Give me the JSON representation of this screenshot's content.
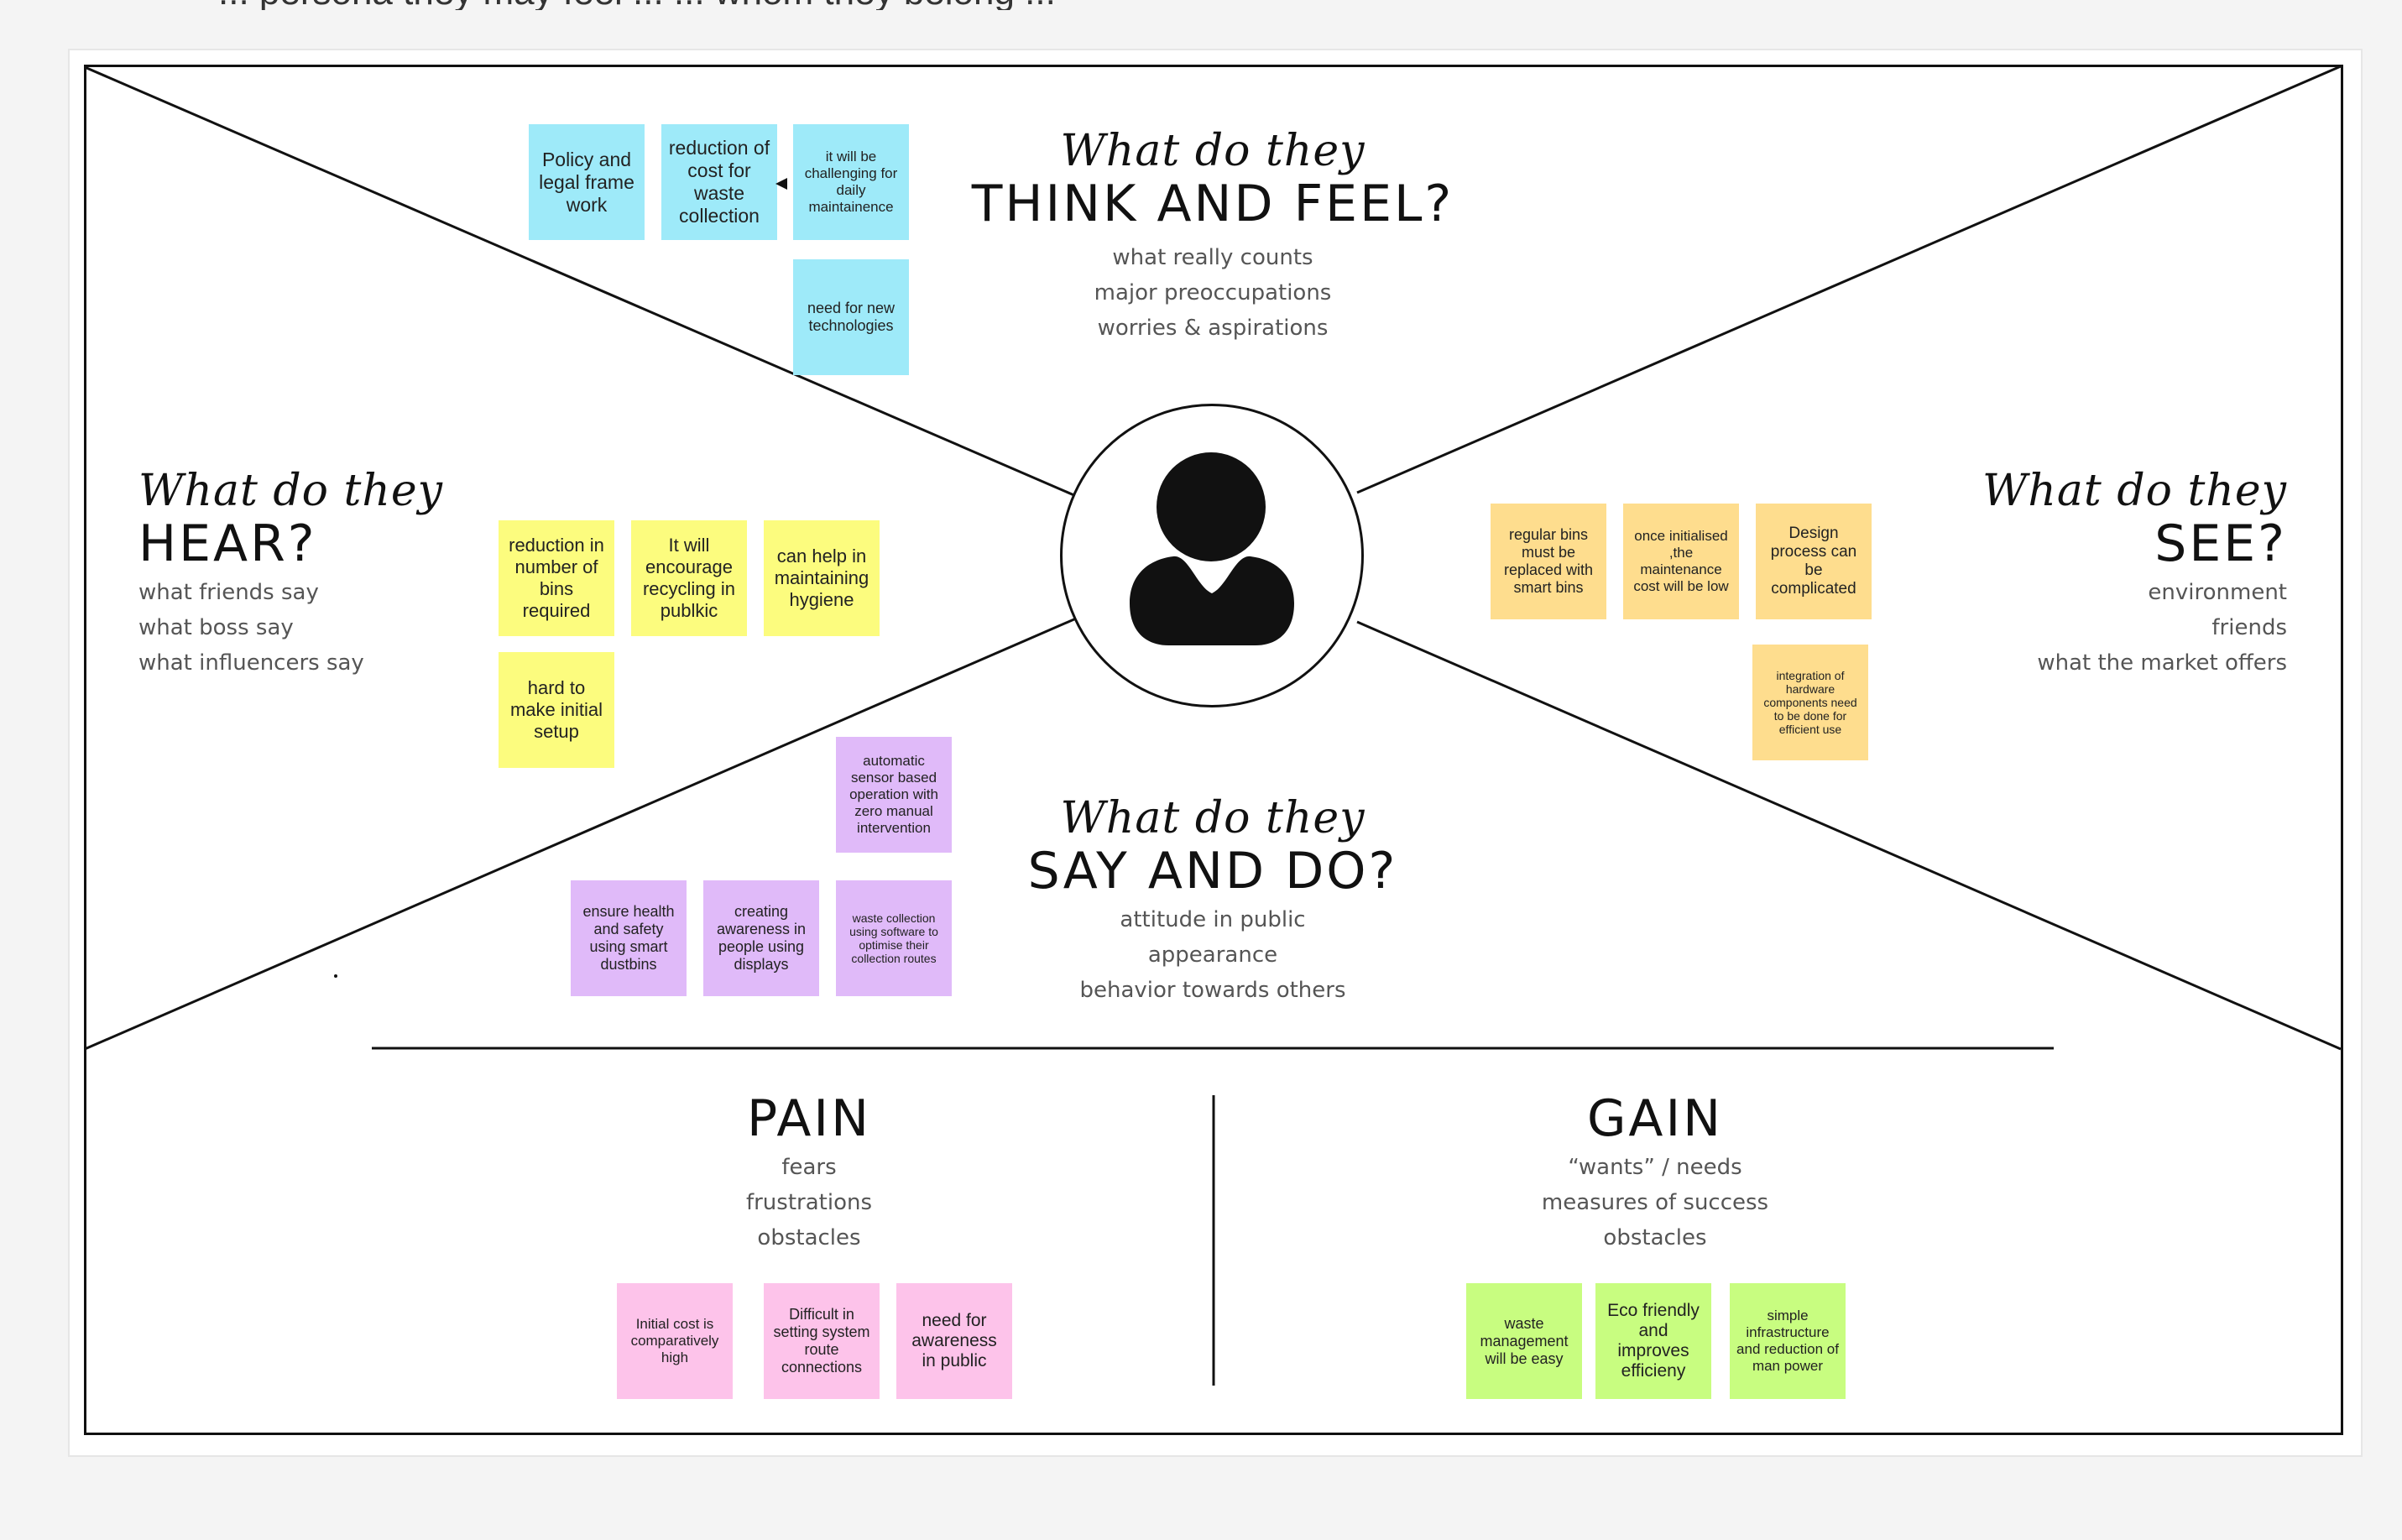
{
  "header_snippet": "... persona they may feel ... ... whom they belong ...",
  "think_feel": {
    "script": "What do they",
    "title": "THINK AND FEEL?",
    "lines": [
      "what really counts",
      "major preoccupations",
      "worries & aspirations"
    ]
  },
  "hear": {
    "script": "What do they",
    "title": "HEAR?",
    "lines": [
      "what friends say",
      "what boss say",
      "what influencers say"
    ]
  },
  "see": {
    "script": "What do they",
    "title": "SEE?",
    "lines": [
      "environment",
      "friends",
      "what the market offers"
    ]
  },
  "say_do": {
    "script": "What do they",
    "title": "SAY AND DO?",
    "lines": [
      "attitude in public",
      "appearance",
      "behavior towards others"
    ]
  },
  "pain": {
    "title": "PAIN",
    "lines": [
      "fears",
      "frustrations",
      "obstacles"
    ]
  },
  "gain": {
    "title": "GAIN",
    "lines": [
      "“wants” / needs",
      "measures of success",
      "obstacles"
    ]
  },
  "notes": {
    "think": [
      "Policy and legal frame work",
      "reduction of cost for waste collection",
      "it will be challenging for daily maintainence",
      "need for new technologies"
    ],
    "hear": [
      "reduction in number of bins required",
      "It will encourage recycling in publkic",
      "can help in maintaining hygiene",
      "hard to make initial setup"
    ],
    "see": [
      "regular bins must be replaced with smart bins",
      "once initialised ,the maintenance cost will be low",
      "Design process can be complicated",
      "integration of hardware components need to be done for efficient use"
    ],
    "say_do": [
      "automatic sensor based operation with zero manual intervention",
      "ensure health and safety using smart dustbins",
      "creating awareness in people using displays",
      "waste collection using software to optimise their collection routes"
    ],
    "pain": [
      "Initial cost is comparatively high",
      "Difficult in setting system route connections",
      "need for awareness in public"
    ],
    "gain": [
      "waste management will be easy",
      "Eco friendly and improves efficieny",
      "simple infrastructure and reduction of man power"
    ]
  },
  "colors": {
    "blue": "#9eeaf9",
    "yellow": "#fcfc7e",
    "orange": "#fedd8e",
    "purple": "#e0baf9",
    "pink": "#fdc3ea",
    "green": "#c8fd80"
  },
  "icons": [
    "user-avatar-icon",
    "arrow-left-icon"
  ]
}
